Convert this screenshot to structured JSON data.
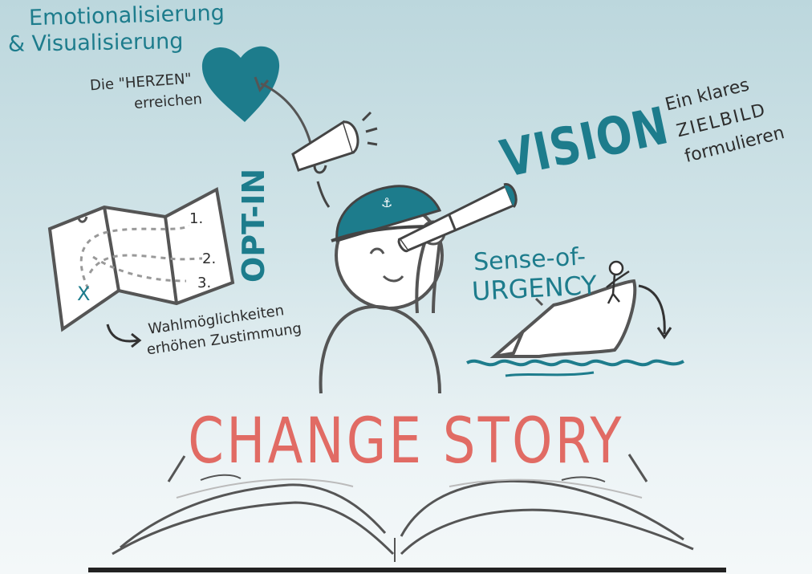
{
  "heading_emotion": {
    "line1": "Emotionalisierung",
    "line2": "& Visualisierung"
  },
  "herzen_note": {
    "line1": "Die \"HERZEN\"",
    "line2": "erreichen"
  },
  "vision": {
    "word": "VISION",
    "note_line1": "Ein klares",
    "note_line2": "ZIELBILD",
    "note_line3": "formulieren"
  },
  "opt_in": {
    "label": "OPT-IN",
    "steps": [
      "1.",
      "2.",
      "3."
    ],
    "mark": "X",
    "note_line1": "Wahlmöglichkeiten",
    "note_line2": "erhöhen Zustimmung"
  },
  "urgency": {
    "line1": "Sense-of-",
    "line2": "URGENCY"
  },
  "title": "CHANGE STORY",
  "colors": {
    "teal": "#1d7c8c",
    "title_red": "#e16b64",
    "ink": "#2d2d2d",
    "background_top": "#bcd7dd",
    "background_bottom": "#f4f8f9"
  }
}
